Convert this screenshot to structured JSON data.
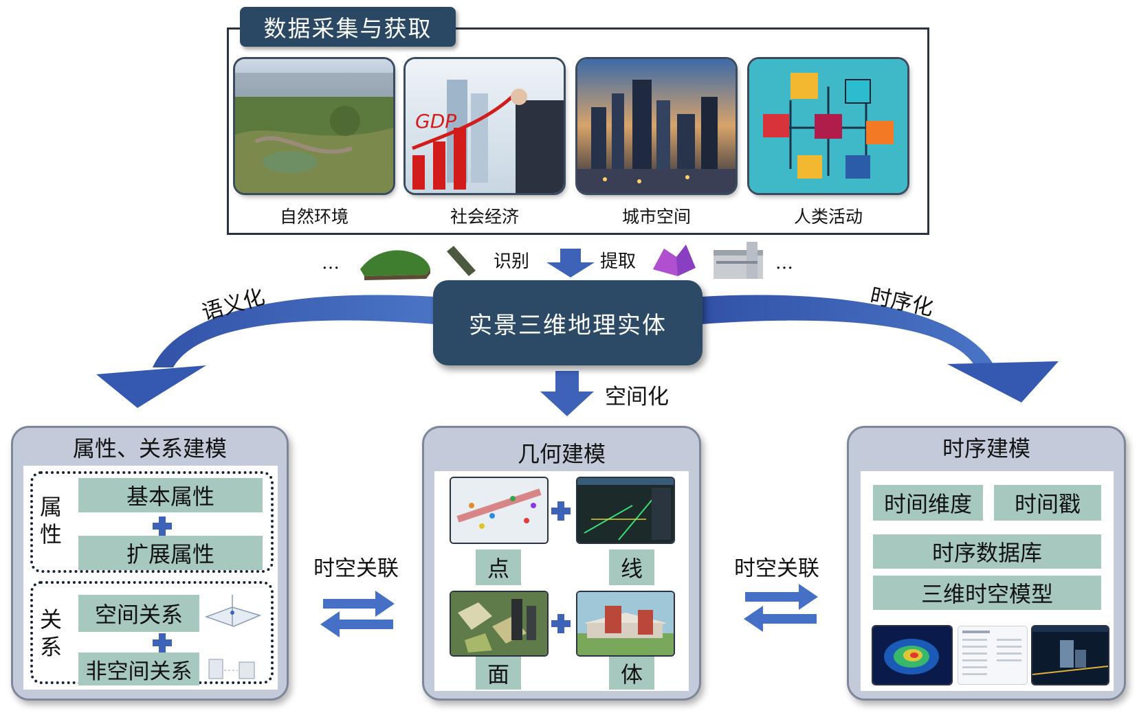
{
  "collection": {
    "title": "数据采集与获取",
    "sources": [
      "自然环境",
      "社会经济",
      "城市空间",
      "人类活动"
    ],
    "gdp_text": "GDP"
  },
  "extraction": {
    "ellipsis_left": "…",
    "label_identify": "识别",
    "label_extract": "提取",
    "ellipsis_right": "…"
  },
  "entity": {
    "label": "实景三维地理实体"
  },
  "flows": {
    "semantic": "语义化",
    "temporal": "时序化",
    "spatial": "空间化",
    "link_left": "时空关联",
    "link_right": "时空关联"
  },
  "attribute_panel": {
    "title": "属性、关系建模",
    "attr_side": "属性",
    "basic": "基本属性",
    "extended": "扩展属性",
    "rel_side": "关系",
    "spatial_rel": "空间关系",
    "non_spatial_rel": "非空间关系"
  },
  "geometry_panel": {
    "title": "几何建模",
    "point": "点",
    "line": "线",
    "surface": "面",
    "volume": "体"
  },
  "temporal_panel": {
    "title": "时序建模",
    "time_dimension": "时间维度",
    "timestamp": "时间戳",
    "temporal_db": "时序数据库",
    "model_3d": "三维时空模型"
  },
  "colors": {
    "dark_navy": "#2a4763",
    "arrow_blue": "#3d62b8",
    "panel_bg": "#c3cad9",
    "box_green": "#a7c8bf"
  }
}
